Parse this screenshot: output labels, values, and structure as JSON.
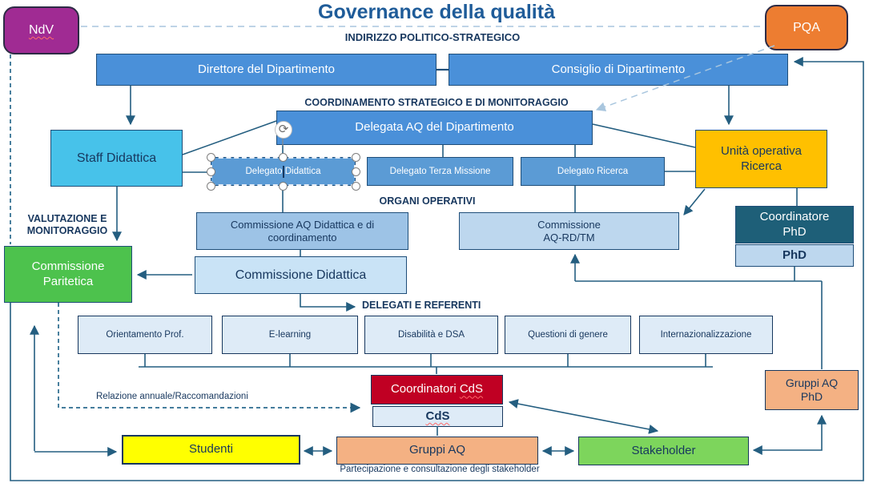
{
  "title": "Governance della qualità",
  "headers": {
    "indirizzo": "INDIRIZZO POLITICO-STRATEGICO",
    "coordinamento": "COORDINAMENTO STRATEGICO E DI MONITORAGGIO",
    "organi": "ORGANI OPERATIVI",
    "delegati": "DELEGATI E REFERENTI",
    "valutazione": "VALUTAZIONE E\nMONITORAGGIO"
  },
  "annotations": {
    "relazione": "Relazione annuale/Raccomandazioni",
    "partecipazione": "Partecipazione e consultazione degli stakeholder"
  },
  "nodes": {
    "ndv": {
      "label": "NdV"
    },
    "pqa": {
      "label": "PQA"
    },
    "direttore": {
      "label": "Direttore del Dipartimento"
    },
    "consiglio": {
      "label": "Consiglio di Dipartimento"
    },
    "delegata_aq": {
      "label": "Delegata AQ del Dipartimento"
    },
    "staff_didattica": {
      "label": "Staff Didattica"
    },
    "delegato_didattica": {
      "label": "Delegato Didattica"
    },
    "delegato_terza_missione": {
      "label": "Delegato Terza Missione"
    },
    "delegato_ricerca": {
      "label": "Delegato Ricerca"
    },
    "unita_operativa_ricerca": {
      "label": "Unità operativa\nRicerca"
    },
    "coordinatore_phd": {
      "label": "Coordinatore\nPhD"
    },
    "phd": {
      "label": "PhD"
    },
    "comm_aq_didattica": {
      "label": "Commissione AQ Didattica e di\ncoordinamento"
    },
    "comm_aq_rdtm": {
      "label": "Commissione\nAQ-RD/TM"
    },
    "comm_didattica": {
      "label": "Commissione Didattica"
    },
    "comm_paritetica": {
      "label": "Commissione\nParitetica"
    },
    "orientamento": {
      "label": "Orientamento Prof."
    },
    "elearning": {
      "label": "E-learning"
    },
    "disabilita": {
      "label": "Disabilità e DSA"
    },
    "questioni_genere": {
      "label": "Questioni di genere"
    },
    "internazionalizzazione": {
      "label": "Internazionalizzazione"
    },
    "coordinatori_cds": {
      "prefix": "Coordinatori ",
      "cds": "CdS"
    },
    "cds": {
      "label": "CdS"
    },
    "gruppi_aq": {
      "label": "Gruppi AQ"
    },
    "studenti": {
      "label": "Studenti"
    },
    "stakeholder": {
      "label": "Stakeholder"
    },
    "gruppi_aq_phd": {
      "label": "Gruppi AQ\nPhD"
    }
  },
  "colors": {
    "title_blue": "#1F5C99",
    "navy_text": "#17375E",
    "box_blue": "#4A90D9",
    "delegato_blue": "#5B9BD5",
    "staff_cyan": "#47C2EA",
    "light_blue_1": "#9DC3E6",
    "light_blue_2": "#BDD7EE",
    "light_blue_3": "#C9E3F6",
    "pale_blue": "#DEEBF7",
    "green_dark": "#4DC24D",
    "green_light": "#7DD55C",
    "yellow": "#FFFF00",
    "gold": "#FFC000",
    "peach": "#F4B183",
    "dark_red": "#C00023",
    "teal_dark": "#1E5F78",
    "purple": "#A02B93",
    "orange": "#ED7D31",
    "line_teal": "#245E80",
    "dashed_light": "#A9C6DE"
  }
}
